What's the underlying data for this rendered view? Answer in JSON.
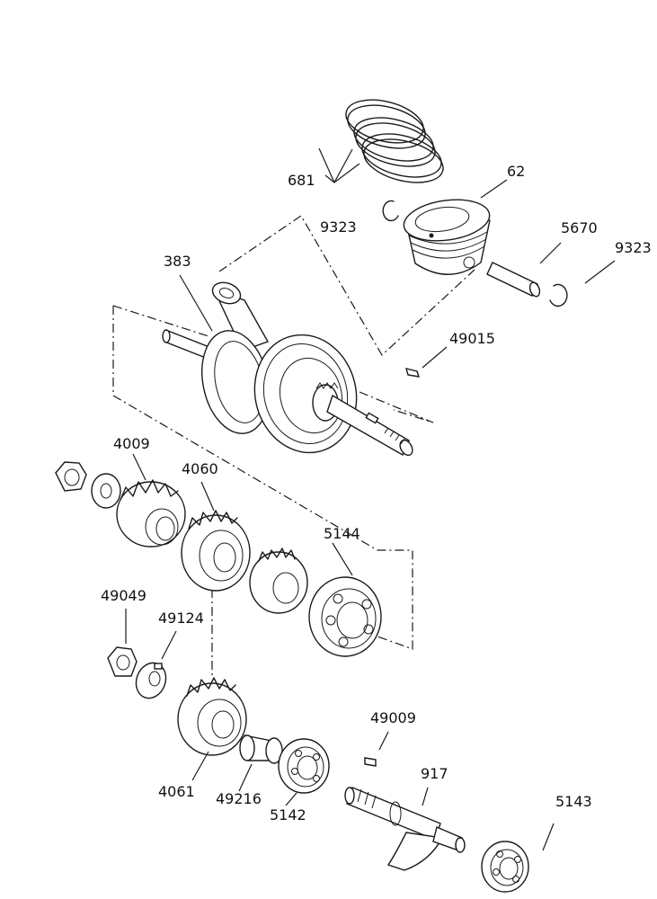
{
  "diagram": {
    "parts": [
      {
        "id": "681",
        "label": "681",
        "part": "piston-rings"
      },
      {
        "id": "62",
        "label": "62",
        "part": "piston"
      },
      {
        "id": "9323a",
        "label": "9323",
        "part": "circlip-left"
      },
      {
        "id": "5670",
        "label": "5670",
        "part": "piston-pin"
      },
      {
        "id": "9323b",
        "label": "9323",
        "part": "circlip-right"
      },
      {
        "id": "383",
        "label": "383",
        "part": "crankshaft-assembly"
      },
      {
        "id": "49015",
        "label": "49015",
        "part": "woodruff-key"
      },
      {
        "id": "4009",
        "label": "4009",
        "part": "primary-gear"
      },
      {
        "id": "4060",
        "label": "4060",
        "part": "timing-gear"
      },
      {
        "id": "5144",
        "label": "5144",
        "part": "crank-bearing"
      },
      {
        "id": "49049",
        "label": "49049",
        "part": "nut"
      },
      {
        "id": "49124",
        "label": "49124",
        "part": "washer"
      },
      {
        "id": "4061",
        "label": "4061",
        "part": "balancer-gear"
      },
      {
        "id": "49216",
        "label": "49216",
        "part": "collar"
      },
      {
        "id": "5142",
        "label": "5142",
        "part": "balancer-bearing-left"
      },
      {
        "id": "49009",
        "label": "49009",
        "part": "balancer-key"
      },
      {
        "id": "917",
        "label": "917",
        "part": "balancer-shaft"
      },
      {
        "id": "5143",
        "label": "5143",
        "part": "balancer-bearing-right"
      }
    ]
  }
}
